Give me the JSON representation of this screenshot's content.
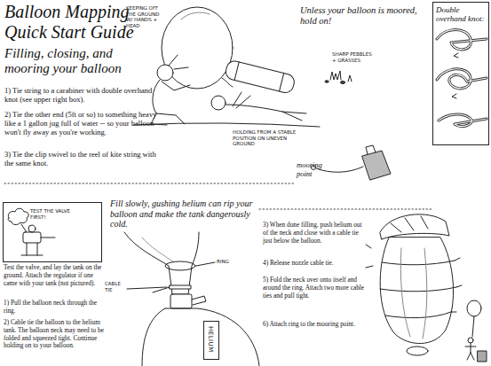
{
  "diagram": {
    "title": "Balloon Mapping Quick Start Guide",
    "nodes": [
      {
        "text": [
          "Double overhand knot:"
        ]
      },
      {
        "text": [
          "TEST THE VALVE FIRST!"
        ]
      },
      {
        "text": [
          "HELIUM"
        ]
      }
    ],
    "labels": [
      "Filling, closing, and mooring your balloon",
      "1) Tie string to a carabiner with double overhand knot (see upper right box).",
      "2) Tie the other end (5ft or so) to something heavy like a 1 gallon jug full of water -- so your balloon won't fly away as you're working.",
      "3) Tie the clip swivel to the reel of kite string with the same knot.",
      "KEEPING OFF THE GROUND W/ HANDS + HEAD",
      "Unless your balloon is moored, hold on!",
      "SHARP PEBBLES + GRASSES",
      "HOLDING FROM A STABLE POSITION ON UNEVEN GROUND",
      "mooring point",
      "Fill slowly, gushing helium can rip your balloon and make the tank dangerously cold.",
      "Test the valve, and lay the tank on the ground. Attach the regulator if one came with your tank (not pictured).",
      "1) Pull the balloon neck through the ring.",
      "2) Cable tie the balloon to the helium tank. The balloon neck may need to be folded and squeezed tight. Continue holding on to your balloon.",
      "CABLE TIE",
      "RING",
      "3) When done filling, push helium out of the neck and close with a cable tie just below the balloon.",
      "4) Release nozzle cable tie.",
      "5) Fold the neck over onto itself and around the ring. Attach two more cable ties and pull tight.",
      "6) Attach ring to the mooring point."
    ]
  }
}
